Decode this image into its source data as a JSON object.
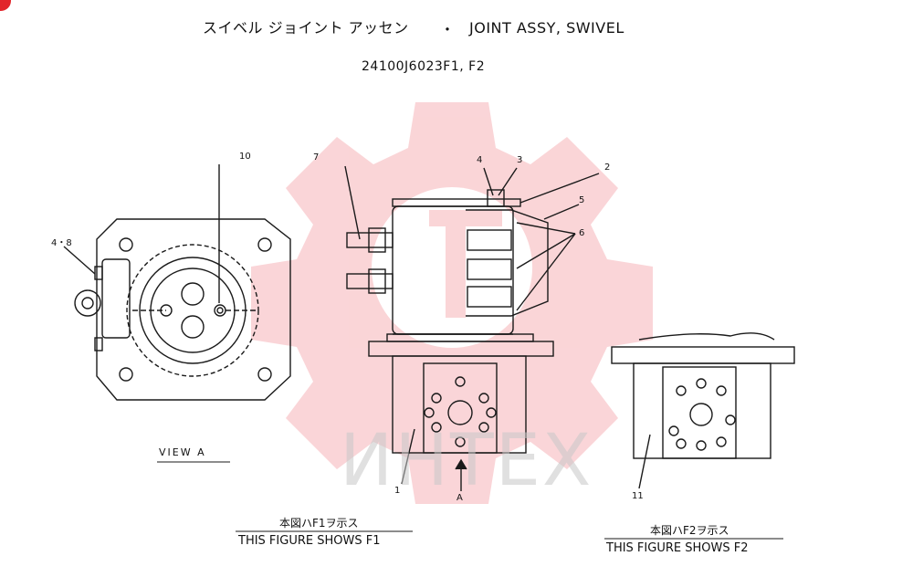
{
  "header": {
    "title_jp": "スイベル ジョイント アッセン",
    "title_sep": "・",
    "title_en": "JOINT ASSY, SWIVEL",
    "part_number": "24100J6023F1, F2"
  },
  "watermark": {
    "text": "ИНТЕХ",
    "color": "#f6b3b8"
  },
  "callouts": {
    "c1": "1",
    "c2": "2",
    "c3": "3",
    "c4": "4",
    "c5": "5",
    "c6": "6",
    "c7": "7",
    "c10": "10",
    "c11": "11",
    "c48": "4・8",
    "arrow_a": "A"
  },
  "view_label": "VIEW   A",
  "captions": {
    "f1_jp": "本図ハF1ヲ示ス",
    "f1_en": "THIS FIGURE SHOWS    F1",
    "f2_jp": "本図ハF2ヲ示ス",
    "f2_en": "THIS FIGURE SHOWS    F2"
  },
  "colors": {
    "line": "#1a1a1a",
    "corner_mark": "#e2252b"
  }
}
